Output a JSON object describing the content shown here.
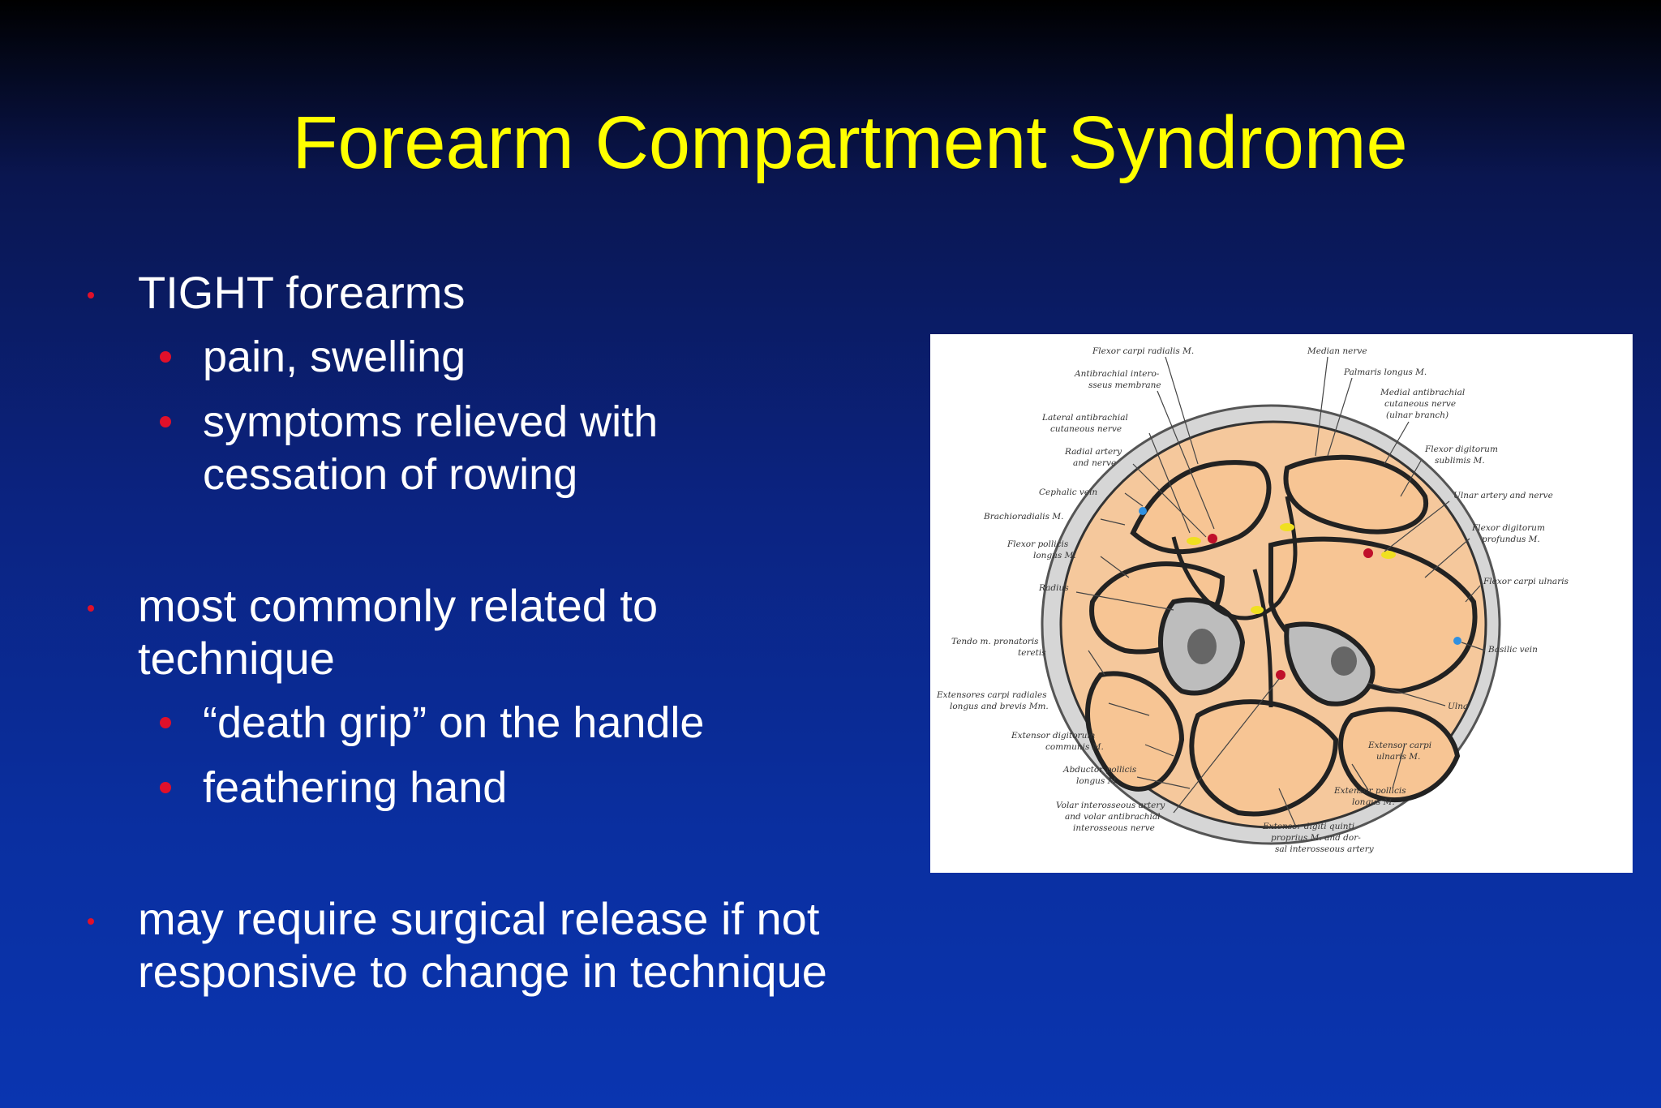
{
  "slide": {
    "title": "Forearm Compartment Syndrome",
    "bullets": [
      {
        "text": "TIGHT forearms",
        "sub": [
          "pain, swelling",
          "symptoms relieved with",
          "cessation of rowing"
        ]
      },
      {
        "text_lines": [
          "most commonly related to",
          "technique"
        ],
        "sub": [
          "“death grip” on the handle",
          "feathering hand"
        ]
      },
      {
        "text_lines": [
          "may require surgical release if not",
          "responsive to change in technique"
        ]
      }
    ]
  },
  "figure": {
    "labels": {
      "flexor_carpi_radialis": "Flexor carpi radialis M.",
      "median_nerve": "Median nerve",
      "palmaris_longus": "Palmaris longus M.",
      "antibrachial_membrane_1": "Antibrachial intero-",
      "antibrachial_membrane_2": "sseus membrane",
      "medial_cutaneous_1": "Medial antibrachial",
      "medial_cutaneous_2": "cutaneous nerve",
      "medial_cutaneous_3": "(ulnar branch)",
      "lateral_cutaneous_1": "Lateral antibrachial",
      "lateral_cutaneous_2": "cutaneous nerve",
      "fds_1": "Flexor digitorum",
      "fds_2": "sublimis M.",
      "radial_artery_1": "Radial artery",
      "radial_artery_2": "and nerve",
      "cephalic_vein": "Cephalic vein",
      "ulnar_artery": "Ulnar artery and nerve",
      "brachioradialis": "Brachioradialis M.",
      "fdp_1": "Flexor digitorum",
      "fdp_2": "profundus M.",
      "fpl_1": "Flexor pollicis",
      "fpl_2": "longus M.",
      "fcu": "Flexor carpi ulnaris",
      "radius": "Radius",
      "pronator_1": "Tendo m. pronatoris",
      "pronator_2": "teretis",
      "basilic_vein": "Basilic vein",
      "ecr_1": "Extensores carpi radiales",
      "ecr_2": "longus and brevis Mm.",
      "ulna": "Ulna",
      "edc_1": "Extensor digitorum",
      "edc_2": "communis M.",
      "ecu_1": "Extensor carpi",
      "ecu_2": "ulnaris M.",
      "apl_1": "Abductor pollicis",
      "apl_2": "longus M.",
      "epl_1": "Extensor pollicis",
      "epl_2": "longus M.",
      "volar_1": "Volar interosseous artery",
      "volar_2": "and volar antibrachial",
      "volar_3": "interosseous nerve",
      "edm_1": "Extensor digiti quinti",
      "edm_2": "proprius M. and dor-",
      "edm_3": "sal interosseous artery"
    }
  }
}
